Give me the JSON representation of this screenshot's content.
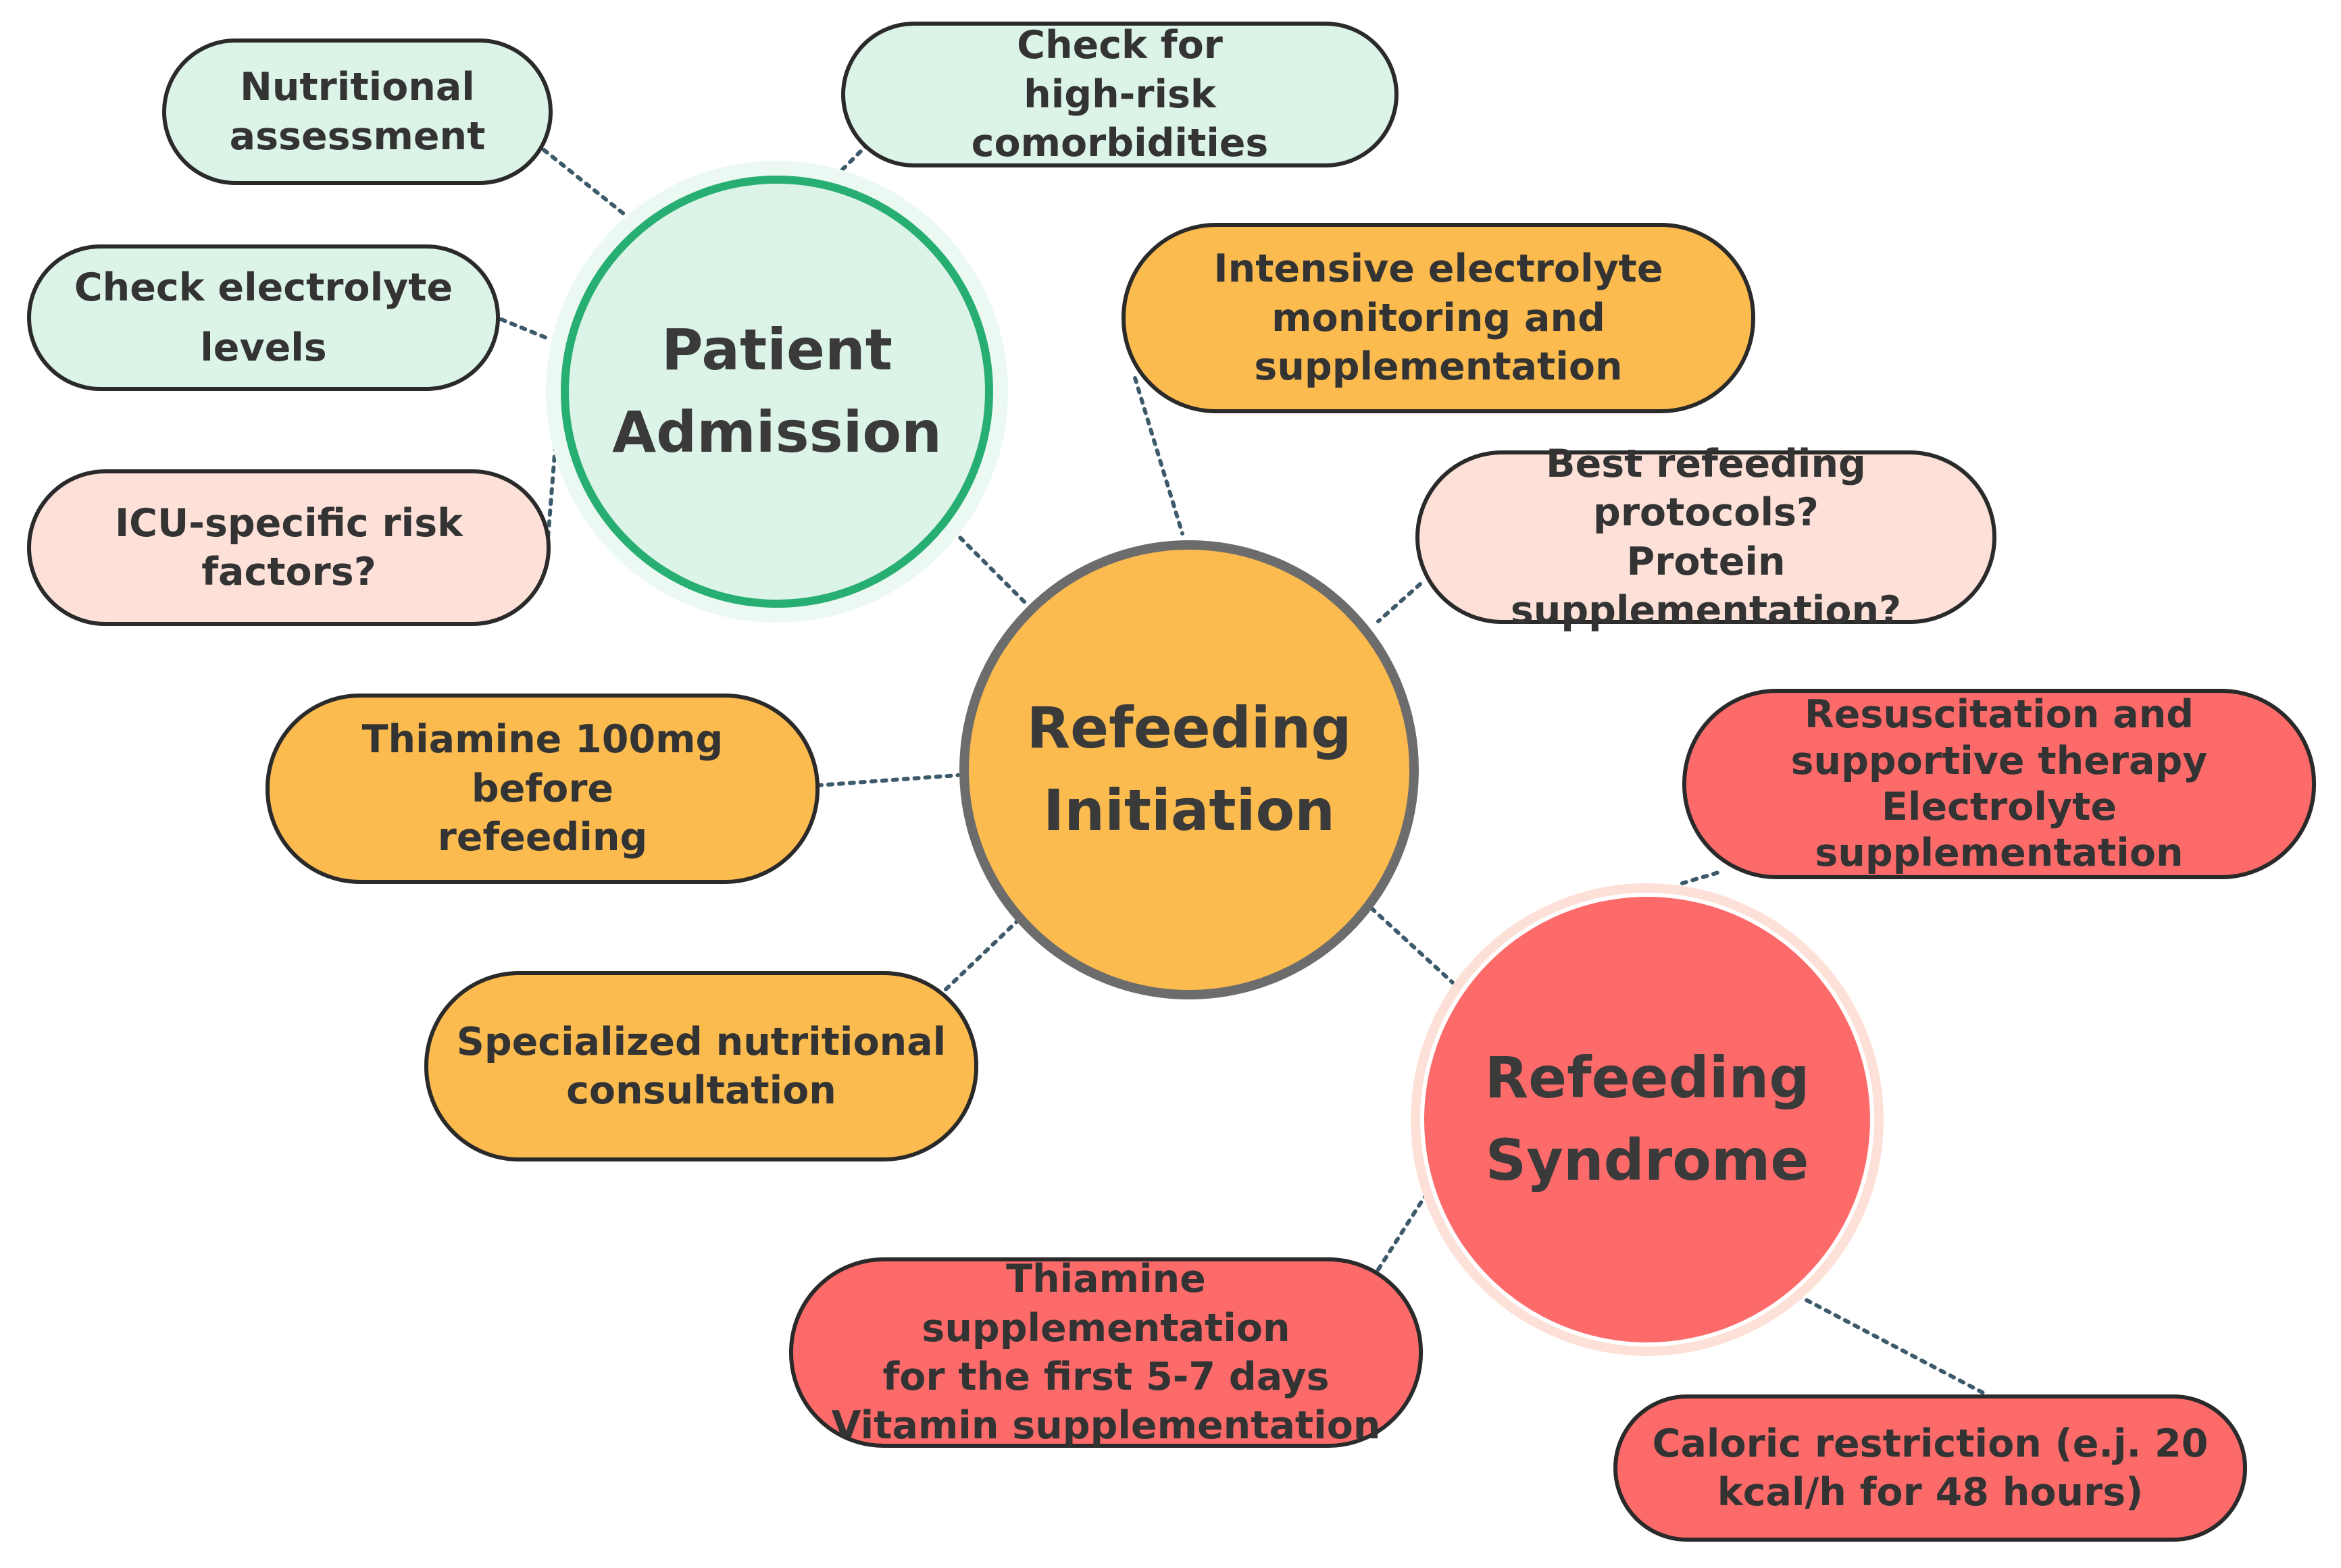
{
  "hubs": {
    "admission": "Patient\nAdmission",
    "initiation": "Refeeding\nInitiation",
    "syndrome": "Refeeding\nSyndrome"
  },
  "admission_nodes": {
    "nutritional_assessment": "Nutritional\nassessment",
    "comorbidities": "Check for\nhigh-risk comorbidities",
    "electrolyte_levels": "Check electrolyte\nlevels",
    "icu_risk": "ICU-specific risk\nfactors?"
  },
  "initiation_nodes": {
    "intensive_monitoring": "Intensive electrolyte\nmonitoring and\nsupplementation",
    "best_protocols": "Best refeeding protocols?\nProtein supplementation?",
    "thiamine_before": "Thiamine 100mg before\nrefeeding",
    "specialized_consult": "Specialized nutritional\nconsultation"
  },
  "syndrome_nodes": {
    "resuscitation": "Resuscitation and\nsupportive therapy\nElectrolyte supplementation",
    "thiamine_supplementation": "Thiamine supplementation\nfor the first 5-7 days\nVitamin supplementation",
    "caloric_restriction": "Caloric restriction (e.j. 20\nkcal/h for 48 hours)"
  },
  "colors": {
    "green_fill": "#dcf3e7",
    "green_ring": "#27ae73",
    "pink_fill": "#fde1d8",
    "orange_fill": "#fbbb4f",
    "gray_ring": "#6c6c6c",
    "red_fill": "#fd6a6a",
    "connector": "#3d5a6b"
  }
}
